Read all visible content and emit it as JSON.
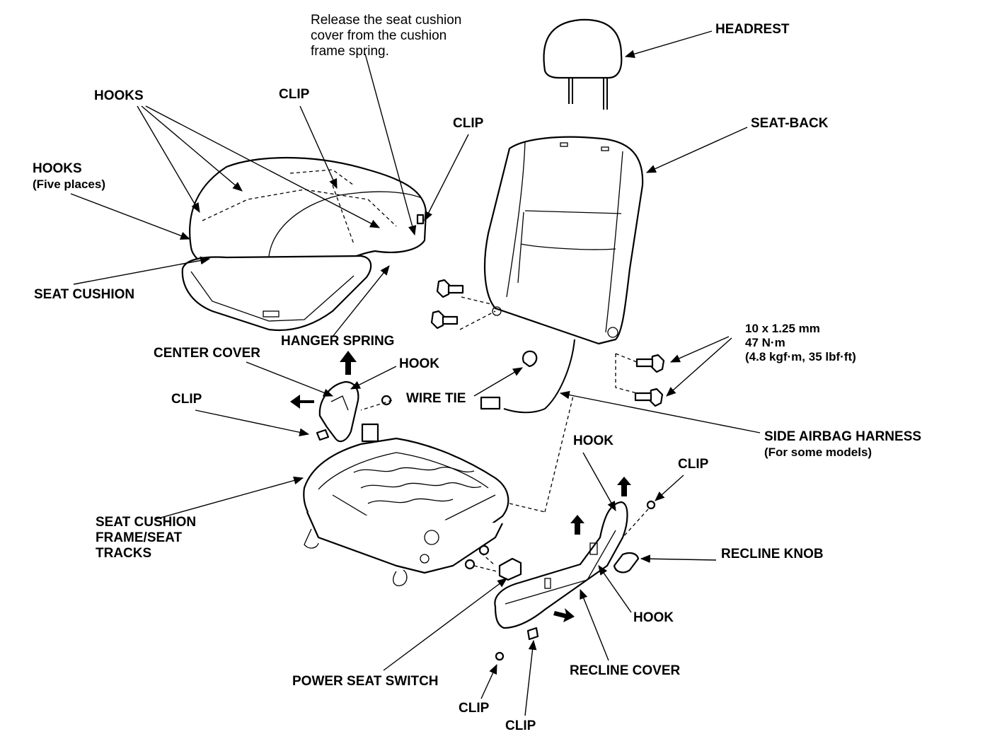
{
  "labels": {
    "release_note": [
      "Release the seat cushion",
      "cover from the cushion",
      "frame spring."
    ],
    "headrest": "HEADREST",
    "hooks_top": "HOOKS",
    "clip_top_center": "CLIP",
    "clip_top_right": "CLIP",
    "seat_back": "SEAT-BACK",
    "hooks_five": "HOOKS",
    "hooks_five_sub": "(Five places)",
    "seat_cushion": "SEAT CUSHION",
    "hanger_spring": "HANGER SPRING",
    "center_cover": "CENTER COVER",
    "hook_center": "HOOK",
    "clip_left": "CLIP",
    "wire_tie": "WIRE TIE",
    "torque": [
      "10 x 1.25 mm",
      "47 N·m",
      "(4.8 kgf·m, 35 lbf·ft)"
    ],
    "side_airbag": "SIDE AIRBAG HARNESS",
    "side_airbag_sub": "(For some models)",
    "hook_recline_top": "HOOK",
    "clip_recline": "CLIP",
    "frame_tracks": [
      "SEAT CUSHION",
      "FRAME/SEAT",
      "TRACKS"
    ],
    "recline_knob": "RECLINE KNOB",
    "hook_recline_bottom": "HOOK",
    "power_seat_switch": "POWER SEAT SWITCH",
    "recline_cover": "RECLINE COVER",
    "clip_bottom_1": "CLIP",
    "clip_bottom_2": "CLIP"
  },
  "parts": [
    "headrest-icon",
    "seat-back-icon",
    "seat-cushion-icon",
    "seat-cushion-frame-icon",
    "center-cover-icon",
    "recline-cover-icon",
    "recline-knob-icon",
    "bolt-icon",
    "wire-tie-icon",
    "airbag-connector-icon",
    "power-seat-switch-icon",
    "clip-icon"
  ]
}
